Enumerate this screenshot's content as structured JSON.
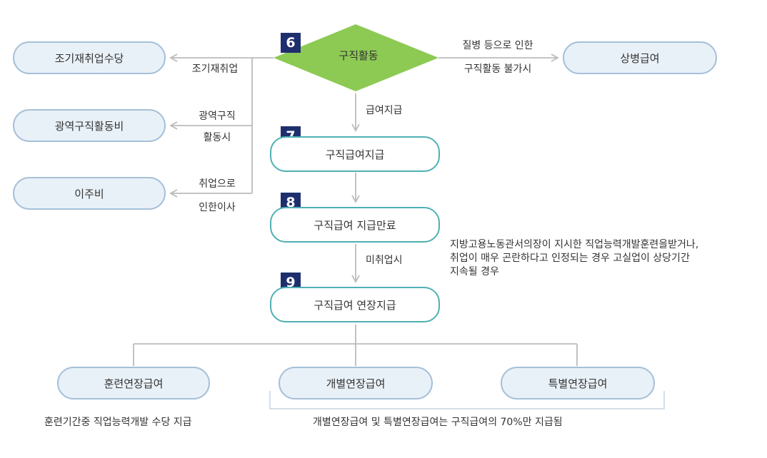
{
  "steps": {
    "s6": {
      "num": "6",
      "label": "구직활동"
    },
    "s7": {
      "num": "7",
      "label": "구직급여지급"
    },
    "s8": {
      "num": "8",
      "label": "구직급여 지급만료"
    },
    "s9": {
      "num": "9",
      "label": "구직급여 연장지급"
    }
  },
  "side_nodes": {
    "early": "조기재취업수당",
    "wide_area": "광역구직활동비",
    "relocation": "이주비",
    "sickness": "상병급여"
  },
  "side_labels": {
    "early": "조기재취업",
    "wide_area_1": "광역구직",
    "wide_area_2": "활동시",
    "relocation_1": "취업으로",
    "relocation_2": "인한이사",
    "sickness_1": "질병 등으로 인한",
    "sickness_2": "구직활동 불가시"
  },
  "flow_labels": {
    "pay": "급여지급",
    "unemployed": "미취업시"
  },
  "extension_note": {
    "line1": "지방고용노동관서의장이 지시한 직업능력개발훈련을받거나,",
    "line2": "취업이 매우 곤란하다고 인정되는 경우 고실업이 상당기간",
    "line3": "지속될 경우"
  },
  "extension_types": {
    "training": "훈련연장급여",
    "individual": "개별연장급여",
    "special": "특별연장급여"
  },
  "bottom_notes": {
    "training": "훈련기간중 직업능력개발 수당 지급",
    "individual_special": "개별연장급여 및 특별연장급여는 구직급여의 70%만 지급됨"
  },
  "colors": {
    "diamond": "#8dca54",
    "number_badge": "#1f2f6e",
    "teal_border": "#4fb0b4",
    "blue_fill": "#e9f1f8",
    "blue_border": "#a6c0d8",
    "connector": "#bbbbbb"
  }
}
